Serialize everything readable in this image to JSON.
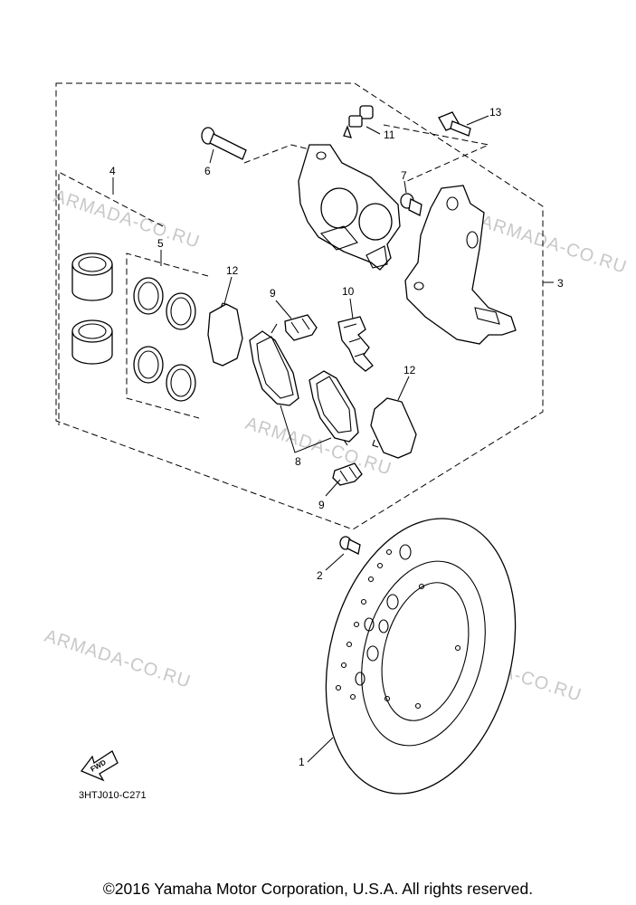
{
  "watermark": "ARMADA-CO.RU",
  "callouts": {
    "c1": "1",
    "c2": "2",
    "c3": "3",
    "c4": "4",
    "c5": "5",
    "c6": "6",
    "c7": "7",
    "c8": "8",
    "c9a": "9",
    "c9b": "9",
    "c10": "10",
    "c11": "11",
    "c12a": "12",
    "c12b": "12",
    "c13": "13"
  },
  "fwd_label": "FWD",
  "drawing_id": "3HTJ010-C271",
  "copyright": "©2016 Yamaha Motor Corporation, U.S.A. All rights reserved."
}
